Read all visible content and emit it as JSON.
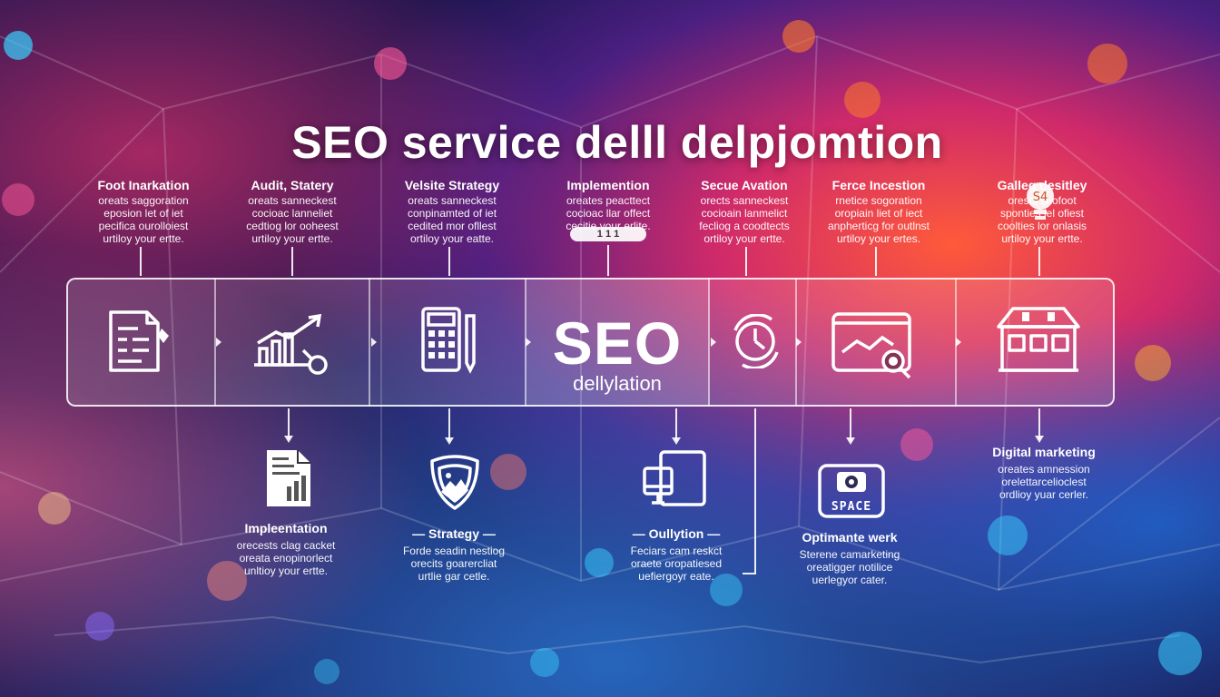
{
  "title": "SEO service delll delpjomtion",
  "top_steps": [
    {
      "heading": "Foot Inarkation",
      "lines": [
        "oreats saggoration",
        "eposion let of iet",
        "pecifica ourolloiest",
        "urtiloy your ertte."
      ]
    },
    {
      "heading": "Audit, Statery",
      "lines": [
        "oreats sanneckest",
        "cocioac lanneliet",
        "cedtiog lor ooheest",
        "urtiloy your ertte."
      ]
    },
    {
      "heading": "Velsite Strategy",
      "lines": [
        "oreats sanneckest",
        "conpinamted of iet",
        "cedited mor ofllest",
        "ortiloy your eatte."
      ]
    },
    {
      "heading": "Implemention",
      "lines": [
        "oreates peacttect",
        "cocioac llar offect",
        "cecitie your erlite."
      ]
    },
    {
      "heading": "Secue Avation",
      "lines": [
        "orects sanneckest",
        "cocioain lanmelict",
        "fecliog a coodtects",
        "ortiloy your ertte."
      ]
    },
    {
      "heading": "Ferce Incestion",
      "lines": [
        "rnetice sogoration",
        "oropiain liet of iect",
        "anpherticg for outlnst",
        "urtiloy your ertes."
      ]
    },
    {
      "heading": "Galleg desitley",
      "lines": [
        "orests suofoot",
        "sponties lel ofiest",
        "coolties lor onlasis",
        "urtiloy your ertte."
      ]
    }
  ],
  "badge_text": "1 1 1",
  "bubble_text": "S4",
  "seo_label": "SEO",
  "seo_sub": "dellylation",
  "bottom_steps": [
    {
      "heading": "Impleentation",
      "lines": [
        "orecests clag cacket",
        "oreata enopinorlect",
        "unltioy your ertte."
      ]
    },
    {
      "heading": "Strategy",
      "lines": [
        "Forde seadin nestiog",
        "orecits goarercliat",
        "urtlie gar cetle."
      ]
    },
    {
      "heading": "Oullytion",
      "lines": [
        "Feciars cam reskct",
        "oraete oropatiesed",
        "uefiergoyr eate."
      ]
    },
    {
      "heading": "Optimante werk",
      "lines": [
        "Sterene camarketing",
        "oreatigger notilice",
        "uerlegyor cater."
      ]
    },
    {
      "heading": "Digital marketing",
      "lines": [
        "oreates amnession",
        "orelettarcelioclest",
        "ordlioy yuar cerler."
      ]
    }
  ],
  "space_label": "SPACE",
  "colors": {
    "bg_deep": "#1b1550",
    "magenta": "#e0306a",
    "orange": "#ff7a2a",
    "cyan": "#2ec6ff"
  },
  "icons": [
    "document-icon",
    "growth-chart-icon",
    "calculator-icon",
    "clock-icon",
    "analytics-screen-icon",
    "storefront-icon",
    "report-icon",
    "shield-icon",
    "devices-icon",
    "space-key-icon",
    "lightbulb-icon"
  ]
}
